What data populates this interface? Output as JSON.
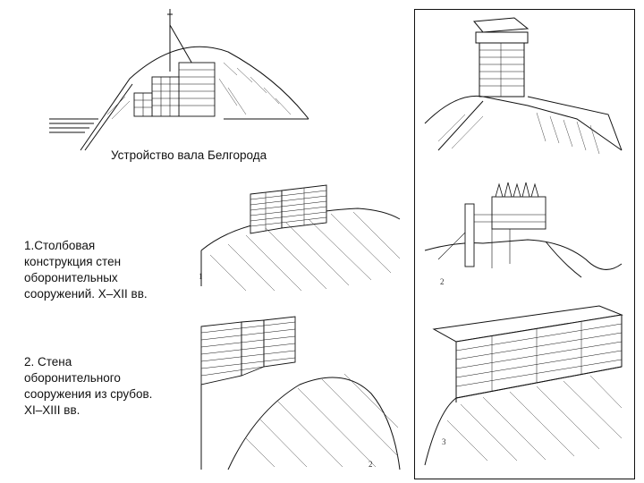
{
  "top_illustration": {
    "caption": "Устройство вала Белгорода"
  },
  "left_captions": [
    {
      "lines": [
        "1.Столбовая",
        "конструкция стен",
        "оборонительных",
        "сооружений. X–XII вв."
      ]
    },
    {
      "lines": [
        "2. Стена",
        "оборонительного",
        "сооружения из срубов.",
        "XI–XIII вв."
      ]
    }
  ],
  "figure_numbers": {
    "middle_1": "1",
    "middle_2": "2",
    "right_1": "2",
    "right_2": "3"
  },
  "colors": {
    "ink": "#111111",
    "paper": "#ffffff",
    "hatch": "#444444"
  }
}
